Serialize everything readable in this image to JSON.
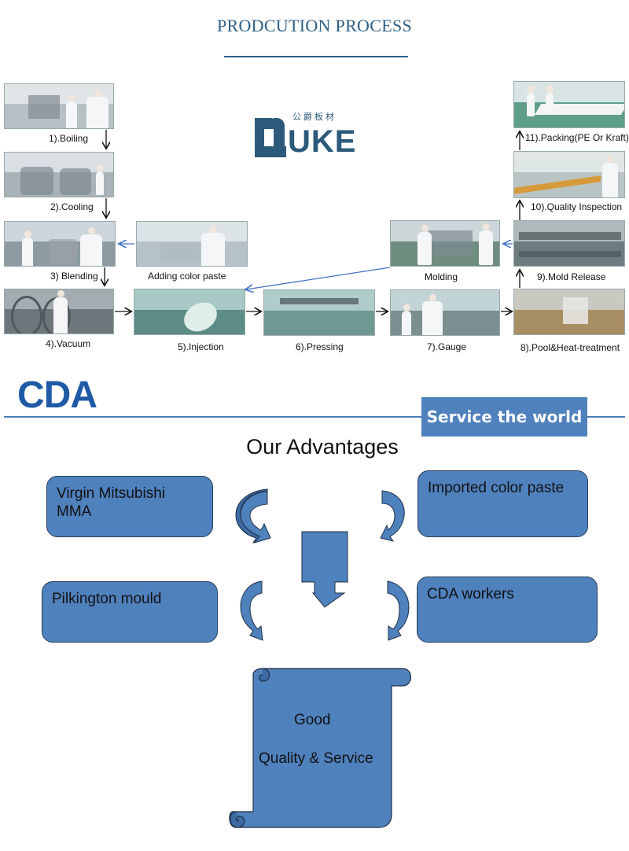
{
  "header": {
    "title": "PRODCUTION PROCESS"
  },
  "logos": {
    "duke_word": "UKE",
    "duke_letter": "D",
    "duke_chinese": "公爵板材",
    "cda": "CDA"
  },
  "process_steps": [
    {
      "id": "boiling",
      "label": "1).Boiling"
    },
    {
      "id": "cooling",
      "label": "2).Cooling"
    },
    {
      "id": "blending",
      "label": "3) Blending"
    },
    {
      "id": "adding-color-paste",
      "label": "Adding color paste"
    },
    {
      "id": "vacuum",
      "label": "4).Vacuum"
    },
    {
      "id": "injection",
      "label": "5).Injection"
    },
    {
      "id": "pressing",
      "label": "6).Pressing"
    },
    {
      "id": "gauge",
      "label": "7).Gauge"
    },
    {
      "id": "molding",
      "label": "Molding"
    },
    {
      "id": "pool-heat-treatment",
      "label": "8).Pool&Heat-treatment"
    },
    {
      "id": "mold-release",
      "label": "9).Mold Release"
    },
    {
      "id": "quality-inspection",
      "label": "10).Quality  Inspection"
    },
    {
      "id": "packing",
      "label": "11).Packing(PE Or Kraft)"
    }
  ],
  "banner": {
    "service_label": "Service the world"
  },
  "advantages": {
    "title": "Our Advantages",
    "items": [
      {
        "line1": "Virgin Mitsubishi",
        "line2": "MMA"
      },
      {
        "line1": "Imported color paste",
        "line2": ""
      },
      {
        "line1": "Pilkington mould",
        "line2": ""
      },
      {
        "line1": "CDA  workers",
        "line2": ""
      }
    ],
    "result_line1": "Good",
    "result_line2": "Quality & Service"
  },
  "colors": {
    "title_blue": "#2e5f85",
    "accent_blue": "#4f81bd",
    "cda_blue": "#1f5aa6",
    "arrow_blue": "#4472c4"
  }
}
